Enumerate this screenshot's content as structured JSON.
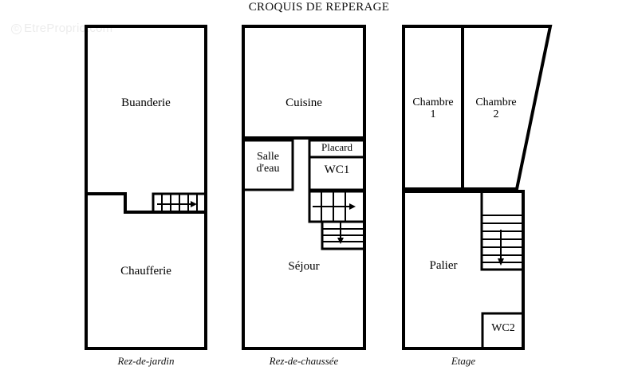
{
  "document": {
    "title": "CROQUIS DE REPERAGE",
    "watermark": "EtreProprio.com",
    "watermark_mark": "©"
  },
  "plans": [
    {
      "id": "rez-de-jardin",
      "caption": "Rez-de-jardin",
      "rooms": [
        {
          "name": "buanderie",
          "label": "Buanderie"
        },
        {
          "name": "chaufferie",
          "label": "Chaufferie"
        }
      ],
      "stairs": [
        {
          "name": "stair-rez-de-jardin",
          "direction": "right",
          "treads": 5
        }
      ]
    },
    {
      "id": "rez-de-chaussee",
      "caption": "Rez-de-chaussée",
      "rooms": [
        {
          "name": "cuisine",
          "label": "Cuisine"
        },
        {
          "name": "salle-d-eau",
          "label": "Salle\nd'eau"
        },
        {
          "name": "placard",
          "label": "Placard"
        },
        {
          "name": "wc1",
          "label": "WC1"
        },
        {
          "name": "sejour",
          "label": "Séjour"
        }
      ],
      "stairs": [
        {
          "name": "stair-upper-rez-de-chaussee",
          "direction": "right",
          "treads": 4
        },
        {
          "name": "stair-lower-rez-de-chaussee",
          "direction": "down",
          "treads": 4
        }
      ]
    },
    {
      "id": "etage",
      "caption": "Etage",
      "rooms": [
        {
          "name": "chambre-1",
          "label": "Chambre\n1"
        },
        {
          "name": "chambre-2",
          "label": "Chambre\n2"
        },
        {
          "name": "palier",
          "label": "Palier"
        },
        {
          "name": "wc2",
          "label": "WC2"
        }
      ],
      "stairs": [
        {
          "name": "stair-etage",
          "direction": "down",
          "treads": 7
        }
      ]
    }
  ],
  "colors": {
    "wall": "#000000",
    "background": "#ffffff",
    "text": "#000000",
    "watermark": "#ececec"
  }
}
